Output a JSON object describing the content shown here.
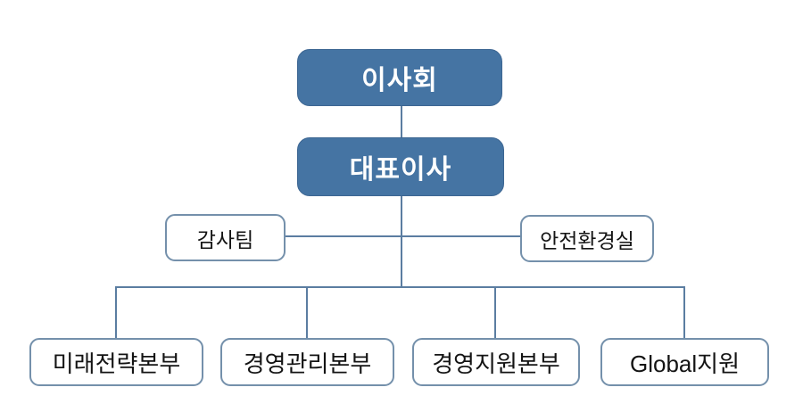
{
  "diagram": {
    "type": "org-chart",
    "nodes": {
      "board": {
        "label": "이사회",
        "level": 1,
        "style": "filled"
      },
      "ceo": {
        "label": "대표이사",
        "level": 2,
        "style": "filled"
      },
      "audit": {
        "label": "감사팀",
        "level": 3,
        "style": "outline"
      },
      "safety": {
        "label": "안전환경실",
        "level": 3,
        "style": "outline"
      },
      "future": {
        "label": "미래전략본부",
        "level": 4,
        "style": "outline"
      },
      "mgmt": {
        "label": "경영관리본부",
        "level": 4,
        "style": "outline"
      },
      "support": {
        "label": "경영지원본부",
        "level": 4,
        "style": "outline"
      },
      "global": {
        "label": "Global지원",
        "level": 4,
        "style": "outline"
      }
    },
    "edges": [
      {
        "from": "board",
        "to": "ceo"
      },
      {
        "from": "ceo",
        "to": "audit"
      },
      {
        "from": "ceo",
        "to": "safety"
      },
      {
        "from": "ceo",
        "to": "future"
      },
      {
        "from": "ceo",
        "to": "mgmt"
      },
      {
        "from": "ceo",
        "to": "support"
      },
      {
        "from": "ceo",
        "to": "global"
      }
    ],
    "colors": {
      "background": "#ffffff",
      "filled_fill": "#4574a3",
      "filled_border": "#3d6692",
      "filled_text": "#ffffff",
      "outline_fill": "#ffffff",
      "outline_border": "#7490ab",
      "outline_text": "#141414",
      "connector": "#5b7da1"
    }
  }
}
